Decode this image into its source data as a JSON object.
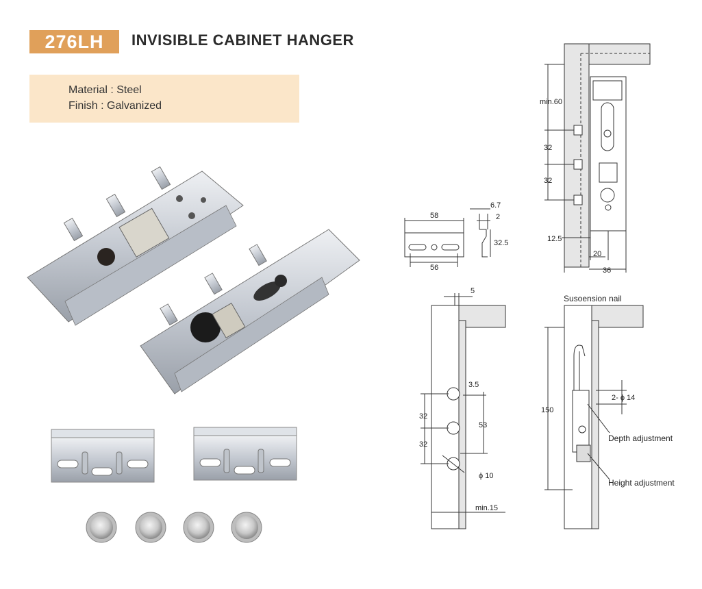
{
  "header": {
    "model_code": "276LH",
    "title": "INVISIBLE CABINET HANGER"
  },
  "specs": {
    "material": "Material : Steel",
    "finish": "Finish : Galvanized"
  },
  "colors": {
    "badge": "#e0a05a",
    "spec_bg": "#fbe6c9",
    "metal": "#c9ced6",
    "panel": "#e6e6e6"
  },
  "drawing_top_right": {
    "d_min60": "min.60",
    "d_32a": "32",
    "d_32b": "32",
    "d_12_5": "12.5",
    "d_20": "20",
    "d_36": "36"
  },
  "drawing_bracket": {
    "d_58": "58",
    "d_56": "56",
    "d_6_7": "6.7",
    "d_2": "2",
    "d_32_5": "32.5"
  },
  "drawing_left": {
    "d_5": "5",
    "d_3_5": "3.5",
    "d_32a": "32",
    "d_53": "53",
    "d_32b": "32",
    "d_phi10": "ϕ 10",
    "d_min15": "min.15"
  },
  "drawing_right": {
    "title": "Susoension nail",
    "d_150": "150",
    "d_2phi14": "2- ϕ 14",
    "depth": "Depth adjustment",
    "height": "Height adjustment"
  }
}
